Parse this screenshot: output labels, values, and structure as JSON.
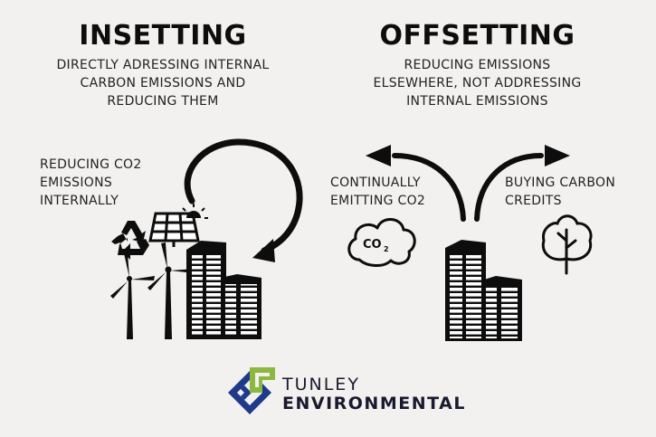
{
  "insetting": {
    "title": "INSETTING",
    "description": [
      "DIRECTLY ADRESSING INTERNAL",
      "CARBON EMISSIONS AND",
      "REDUCING THEM"
    ],
    "label": [
      "REDUCING CO2",
      "EMISSIONS",
      "INTERNALLY"
    ]
  },
  "offsetting": {
    "title": "OFFSETTING",
    "description": [
      "REDUCING EMISSIONS",
      "ELSEWHERE, NOT ADDRESSING",
      "INTERNAL EMISSIONS"
    ],
    "label_left": [
      "CONTINUALLY",
      "EMITTING CO2"
    ],
    "label_right": [
      "BUYING CARBON",
      "CREDITS"
    ],
    "cloud_text": "CO",
    "cloud_subscript": "2"
  },
  "logo": {
    "line1": "TUNLEY",
    "line2": "ENVIRONMENTAL"
  },
  "colors": {
    "background": "#f2f1ef",
    "ink": "#0d0d0d",
    "logo_green": "#8cb83f",
    "logo_blue": "#1f3a8a",
    "logo_navy": "#1a1a2e"
  },
  "icons": [
    "recycle-icon",
    "solar-panel-icon",
    "sun-icon",
    "wind-turbine-icon",
    "building-icon",
    "co2-cloud-icon",
    "tree-icon",
    "arrow-icon"
  ]
}
